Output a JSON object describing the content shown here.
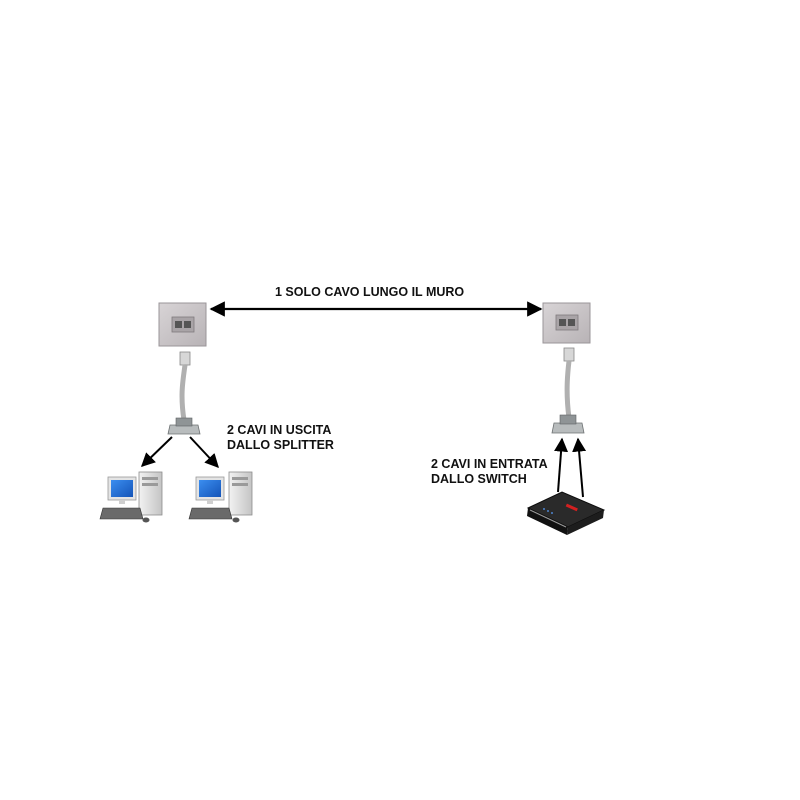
{
  "labels": {
    "top_cable": "1 SOLO CAVO LUNGO IL MURO",
    "left_cables_line1": "2 CAVI IN USCITA",
    "left_cables_line2": "DALLO SPLITTER",
    "right_cables_line1": "2 CAVI IN ENTRATA",
    "right_cables_line2": "DALLO SWITCH"
  },
  "devices": {
    "wall_sockets": 2,
    "splitters": 2,
    "computers": 2,
    "switches": 1
  },
  "colors": {
    "arrow": "#000000",
    "plate": "#c9c4c6",
    "screen": "#1e6fd0",
    "switch_body": "#1a1a1a",
    "switch_led": "#d42020"
  }
}
